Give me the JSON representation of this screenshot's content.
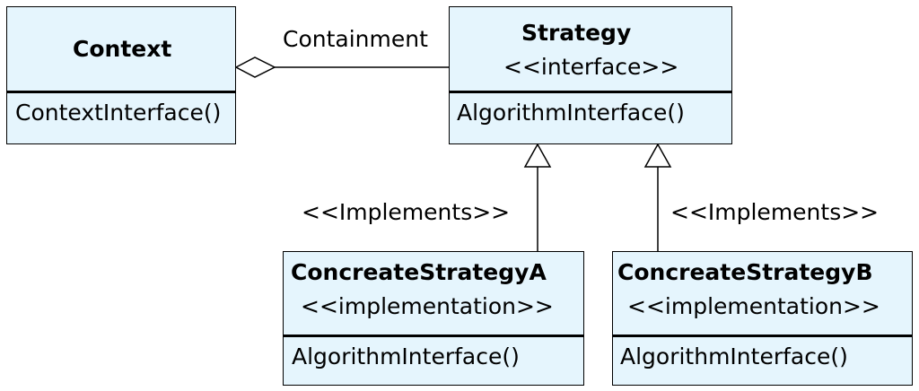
{
  "classes": {
    "context": {
      "name": "Context",
      "operation": "ContextInterface()"
    },
    "strategy": {
      "name": "Strategy",
      "stereotype": "<<interface>>",
      "operation": "AlgorithmInterface()"
    },
    "concrete_a": {
      "name": "ConcreateStrategyA",
      "stereotype": "<<implementation>>",
      "operation": "AlgorithmInterface()"
    },
    "concrete_b": {
      "name": "ConcreateStrategyB",
      "stereotype": "<<implementation>>",
      "operation": "AlgorithmInterface()"
    }
  },
  "relations": {
    "containment_label": "Containment",
    "implements_a_label": "<<Implements>>",
    "implements_b_label": "<<Implements>>"
  },
  "colors": {
    "box_fill": "#e5f5fd",
    "stroke": "#000000"
  }
}
